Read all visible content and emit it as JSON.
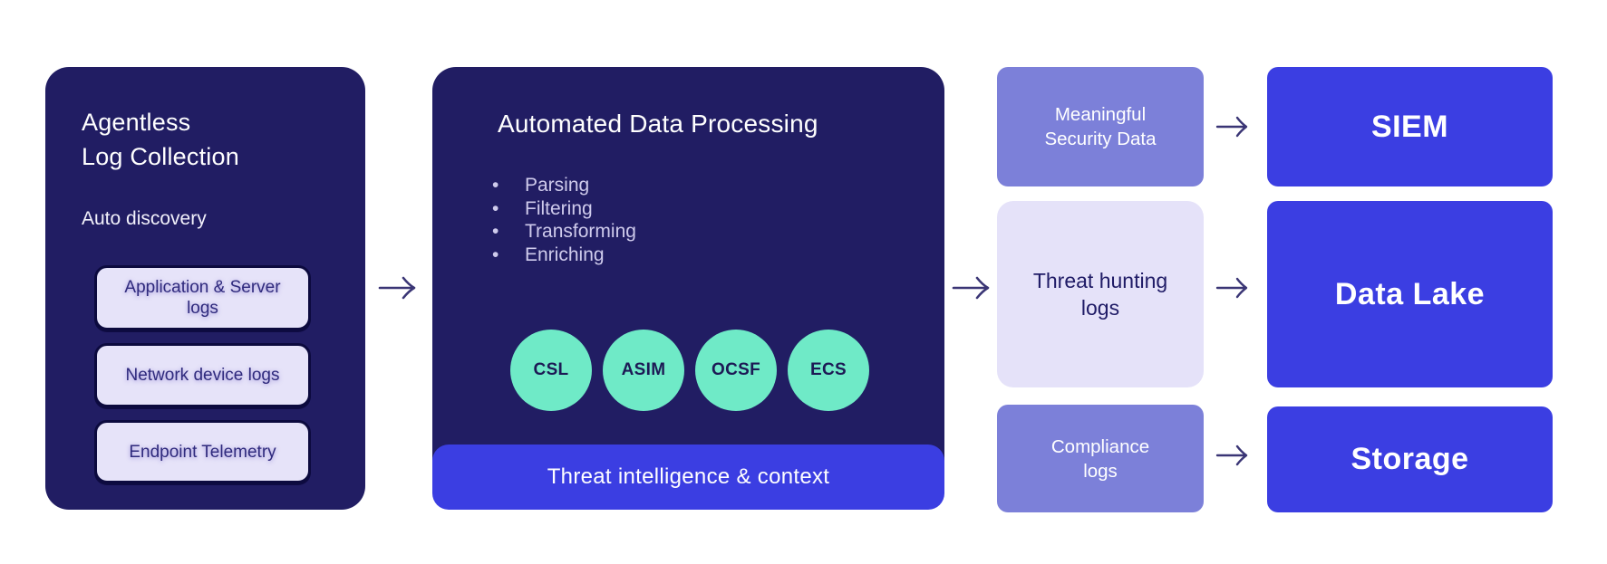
{
  "colors": {
    "navy": "#211d63",
    "accent": "#3b3ee2",
    "purple": "#7c80d9",
    "lavender": "#e5e2f9",
    "chip_bg": "#e6e3f9",
    "chip_border": "#0c0a3e",
    "chip_text": "#2f2a7d",
    "teal": "#6feac7",
    "badge_text": "#1d1a55",
    "arrow": "#3a3575",
    "bullet_text": "#cfcbec"
  },
  "left_panel": {
    "title_lines": [
      "Agentless",
      "Log Collection"
    ],
    "subtitle": "Auto discovery",
    "chips": [
      "Application & Server logs",
      "Network device logs",
      "Endpoint Telemetry"
    ]
  },
  "processing_panel": {
    "title": "Automated Data Processing",
    "bullets": [
      "Parsing",
      "Filtering",
      "Transforming",
      "Enriching"
    ],
    "badges": [
      "CSL",
      "ASIM",
      "OCSF",
      "ECS"
    ],
    "bar_label": "Threat intelligence & context"
  },
  "outputs": [
    {
      "variant": "purple",
      "lines": [
        "Meaningful",
        "Security Data"
      ]
    },
    {
      "variant": "lavender",
      "lines": [
        "Threat hunting",
        "logs"
      ]
    },
    {
      "variant": "purple",
      "lines": [
        "Compliance",
        "logs"
      ]
    }
  ],
  "destinations": [
    "SIEM",
    "Data Lake",
    "Storage"
  ]
}
